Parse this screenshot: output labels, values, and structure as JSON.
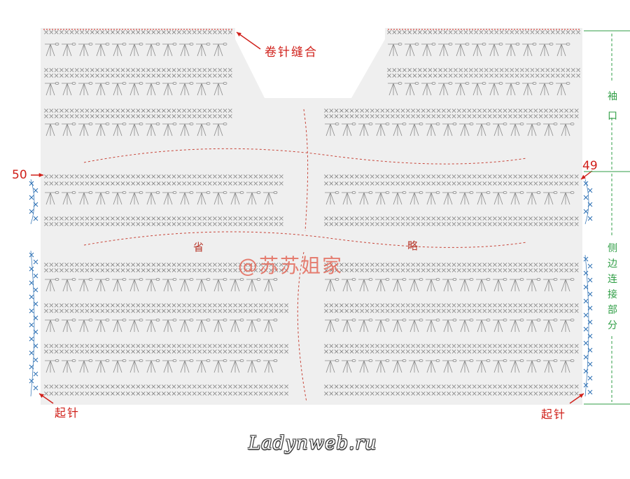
{
  "labels": {
    "sew": "卷针缝合",
    "start_left": "起针",
    "start_right": "起针",
    "row_left": "50",
    "row_right": "49",
    "omit_1": "省",
    "omit_2": "略",
    "watermark": "@苏苏姐家",
    "sleeve": "袖口",
    "side_join": "侧边连接部分",
    "site": "Ladynweb.ru"
  },
  "colors": {
    "panel": "#efefef",
    "stitch": "#8a8a8a",
    "accent_red": "#d0201a",
    "dash_red": "#c8463a",
    "side_blue": "#2b6fb3",
    "bracket_green": "#2f9e45"
  },
  "icons": {
    "arrow": "arrow-pointer-icon",
    "chain_x": "single-crochet-x-icon",
    "fan": "treble-cluster-icon"
  }
}
